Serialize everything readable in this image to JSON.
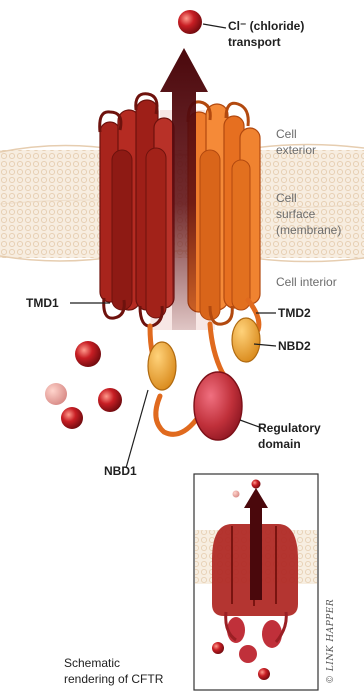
{
  "labels": {
    "chloride_line1": "Cl⁻ (chloride)",
    "chloride_line2": "transport",
    "cell_exterior_line1": "Cell",
    "cell_exterior_line2": "exterior",
    "cell_surface_line1": "Cell",
    "cell_surface_line2": "surface",
    "cell_surface_line3": "(membrane)",
    "cell_interior": "Cell interior",
    "tmd1": "TMD1",
    "tmd2": "TMD2",
    "nbd2": "NBD2",
    "nbd1": "NBD1",
    "regulatory_line1": "Regulatory",
    "regulatory_line2": "domain",
    "schematic_line1": "Schematic",
    "schematic_line2": "rendering of CFTR"
  },
  "signature": "© LINK HAPPER",
  "colors": {
    "membrane": "#f4e6d4",
    "membrane_line": "#e6cdb0",
    "tmd1": "#a8241c",
    "tmd1_dark": "#7d1812",
    "tmd2": "#ef7c2c",
    "tmd2_dark": "#c95a14",
    "nbd": "#f0a535",
    "regulatory": "#c0303a",
    "arrow": "#5c0c10",
    "ion": "#b3141c"
  }
}
